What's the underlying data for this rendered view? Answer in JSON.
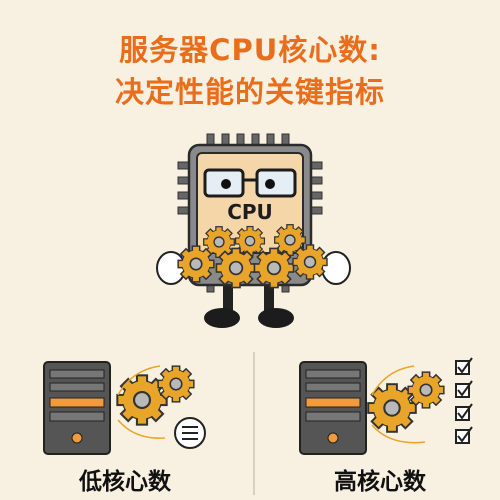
{
  "title": {
    "line1": "服务器CPU核心数:",
    "line2": "决定性能的关键指标"
  },
  "cpu": {
    "label": "CPU"
  },
  "panels": {
    "low": {
      "caption": "低核心数"
    },
    "high": {
      "caption": "高核心数"
    }
  },
  "icons": {
    "mascot": "cpu-mascot-icon",
    "server": "server-tower-icon",
    "gear": "gear-icon",
    "queue": "slow-queue-icon",
    "checklist": "checklist-icon"
  },
  "colors": {
    "title": "#ea6d1c",
    "background": "#f8f1e1",
    "gear": "#e8a52a",
    "cpu_chip": "#f4d6a8",
    "server_body": "#555555",
    "accent_orange": "#f39a3c"
  }
}
